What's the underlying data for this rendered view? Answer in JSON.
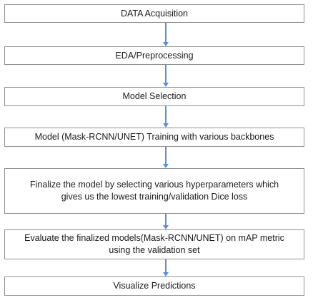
{
  "steps": [
    {
      "label": "DATA Acquisition"
    },
    {
      "label": "EDA/Preprocessing"
    },
    {
      "label": "Model Selection"
    },
    {
      "label": "Model (Mask-RCNN/UNET) Training with various backbones"
    },
    {
      "label": "Finalize the model by selecting various hyperparameters which gives us the lowest training/validation Dice loss"
    },
    {
      "label": "Evaluate the finalized models(Mask-RCNN/UNET) on mAP metric using the validation set"
    },
    {
      "label": "Visualize Predictions"
    }
  ],
  "colors": {
    "box_border": "#8f8f8f",
    "arrow": "#5b8fd3",
    "text": "#1a1a1a"
  }
}
